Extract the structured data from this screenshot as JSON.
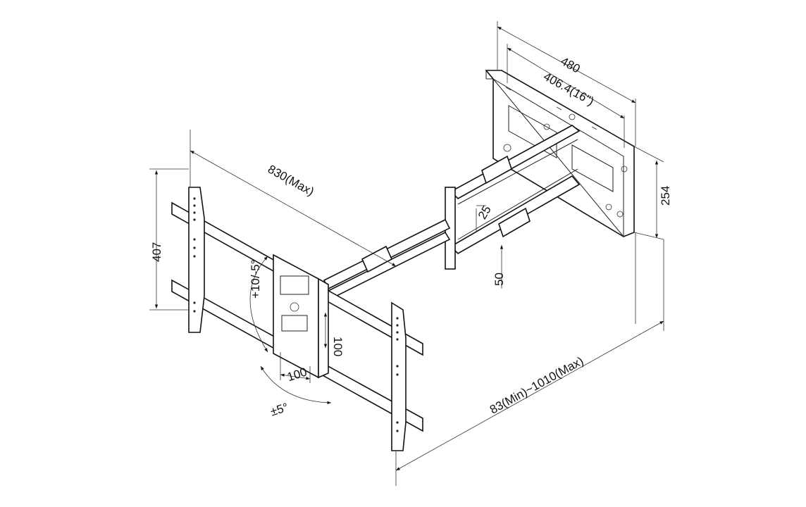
{
  "dimensions": {
    "wall_plate_width": "480",
    "wall_plate_hole_spacing": "406.4(16\")",
    "wall_plate_height": "254",
    "arm_offset_25": "25",
    "arm_offset_50": "50",
    "extension_max": "830(Max)",
    "depth_range": "83(Min)~1010(Max)",
    "tv_rail_height": "407",
    "tilt": "+10/-5°",
    "swivel": "±5°",
    "center_plate_width": "100",
    "center_plate_height": "100"
  },
  "colors": {
    "line": "#222222",
    "fill": "#ffffff"
  }
}
